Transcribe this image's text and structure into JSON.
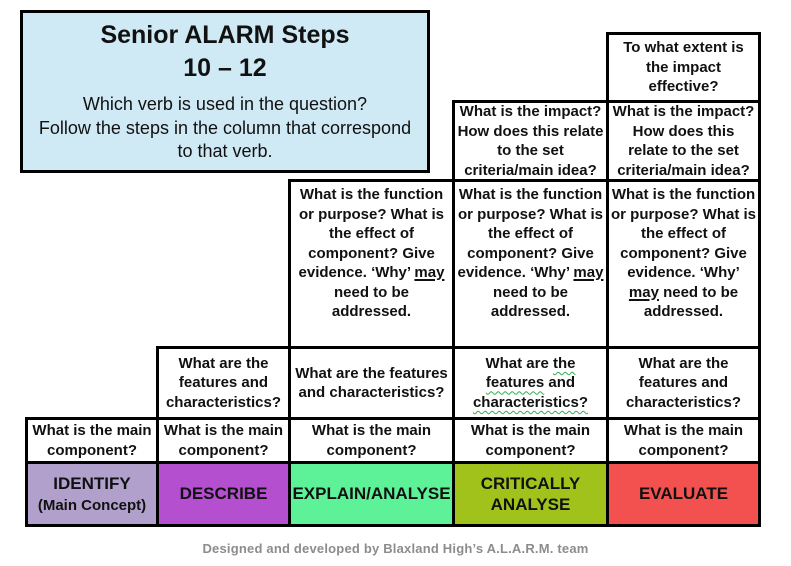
{
  "info_box": {
    "title": "Senior ALARM Steps\n10 – 12",
    "instructions": "Which verb is used in the question?\nFollow the steps in the column that correspond\nto that verb."
  },
  "columns": [
    {
      "id": "identify",
      "label": "IDENTIFY",
      "sublabel": "(Main Concept)",
      "color": "#b1a0cb",
      "steps": [
        "What is the main component?"
      ]
    },
    {
      "id": "describe",
      "label": "DESCRIBE",
      "sublabel": "",
      "color": "#b44fd0",
      "steps": [
        "What is the main component?",
        "What are the features and characteristics?"
      ]
    },
    {
      "id": "explain-analyse",
      "label": "EXPLAIN/ANALYSE",
      "sublabel": "",
      "color": "#5df297",
      "steps": [
        "What is the main component?",
        "What are the features and characteristics?",
        "What is the function or purpose? What is the effect of component? Give evidence. ‘Why’ __may__ need to be addressed."
      ]
    },
    {
      "id": "critically-analyse",
      "label": "CRITICALLY ANALYSE",
      "sublabel": "",
      "color": "#a1c21a",
      "steps": [
        "What is the main component?",
        "What are ~the~ ~features~ and ~characteristics?~",
        "What is the function or purpose? What is the effect of component? Give evidence. ‘Why’ __may__ need to be addressed.",
        "What is the impact? How does this relate to the set criteria/main idea?"
      ]
    },
    {
      "id": "evaluate",
      "label": "EVALUATE",
      "sublabel": "",
      "color": "#f25150",
      "steps": [
        "What is the main component?",
        "What are the features and characteristics?",
        "What is the function or purpose? What is the effect of component? Give evidence. ‘Why’ __may__ need to be addressed.",
        "What is the impact? How does this relate to the set criteria/main idea?",
        "To what extent is the impact effective?"
      ]
    }
  ],
  "row_names": [
    "main-component",
    "features",
    "function-purpose",
    "impact",
    "extent"
  ],
  "footer": "Designed and developed by Blaxland High’s A.L.A.R.M. team",
  "colors": {
    "info_box_bg": "#cfe9f5",
    "border": "#000000",
    "credit_text": "#8c8c8c"
  }
}
